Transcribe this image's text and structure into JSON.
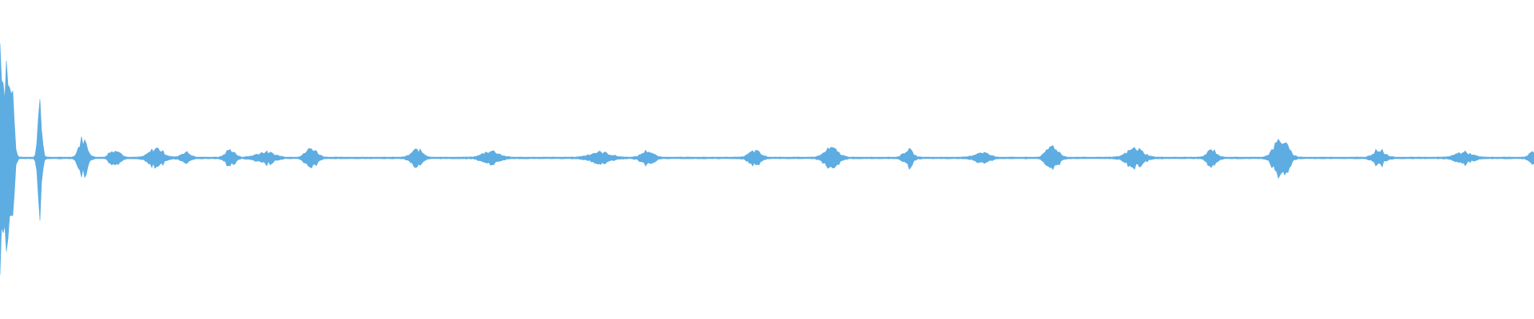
{
  "waveform": {
    "color": "#5dade2",
    "background": "#ffffff",
    "icon": "audio-waveform",
    "bursts": [
      {
        "t": 0.0,
        "amp": 0.95,
        "w": 0.0025
      },
      {
        "t": 0.0045,
        "amp": 0.72,
        "w": 0.002
      },
      {
        "t": 0.008,
        "amp": 0.5,
        "w": 0.0018
      },
      {
        "t": 0.026,
        "amp": 0.42,
        "w": 0.0018
      },
      {
        "t": 0.053,
        "amp": 0.11,
        "w": 0.003
      },
      {
        "t": 0.056,
        "amp": 0.07,
        "w": 0.003
      },
      {
        "t": 0.072,
        "amp": 0.05,
        "w": 0.002
      },
      {
        "t": 0.077,
        "amp": 0.06,
        "w": 0.003
      },
      {
        "t": 0.102,
        "amp": 0.07,
        "w": 0.006
      },
      {
        "t": 0.121,
        "amp": 0.04,
        "w": 0.004
      },
      {
        "t": 0.15,
        "amp": 0.06,
        "w": 0.004
      },
      {
        "t": 0.173,
        "amp": 0.04,
        "w": 0.008
      },
      {
        "t": 0.203,
        "amp": 0.07,
        "w": 0.005
      },
      {
        "t": 0.272,
        "amp": 0.06,
        "w": 0.005
      },
      {
        "t": 0.32,
        "amp": 0.05,
        "w": 0.007
      },
      {
        "t": 0.391,
        "amp": 0.04,
        "w": 0.009
      },
      {
        "t": 0.422,
        "amp": 0.05,
        "w": 0.005
      },
      {
        "t": 0.492,
        "amp": 0.05,
        "w": 0.005
      },
      {
        "t": 0.542,
        "amp": 0.07,
        "w": 0.006
      },
      {
        "t": 0.592,
        "amp": 0.06,
        "w": 0.004
      },
      {
        "t": 0.64,
        "amp": 0.04,
        "w": 0.006
      },
      {
        "t": 0.686,
        "amp": 0.09,
        "w": 0.005
      },
      {
        "t": 0.74,
        "amp": 0.07,
        "w": 0.007
      },
      {
        "t": 0.79,
        "amp": 0.06,
        "w": 0.004
      },
      {
        "t": 0.835,
        "amp": 0.14,
        "w": 0.006
      },
      {
        "t": 0.899,
        "amp": 0.06,
        "w": 0.005
      },
      {
        "t": 0.954,
        "amp": 0.04,
        "w": 0.007
      },
      {
        "t": 0.999,
        "amp": 0.04,
        "w": 0.003
      }
    ]
  }
}
